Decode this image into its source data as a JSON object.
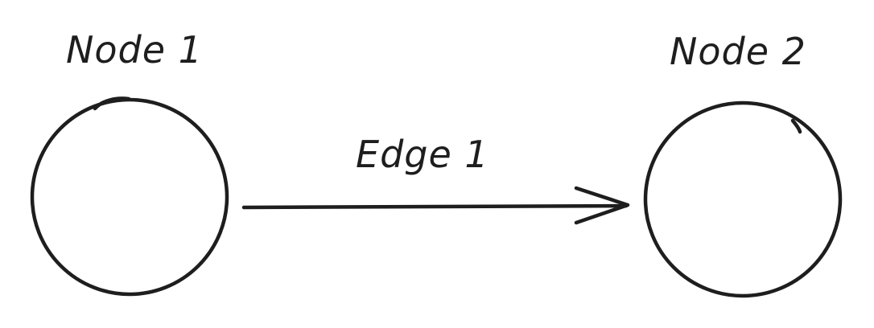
{
  "diagram": {
    "nodes": [
      {
        "id": "node-1",
        "label": "Node 1"
      },
      {
        "id": "node-2",
        "label": "Node 2"
      }
    ],
    "edges": [
      {
        "id": "edge-1",
        "label": "Edge 1",
        "from": "node-1",
        "to": "node-2"
      }
    ],
    "stroke_color": "#1e1e1e",
    "background_color": "#ffffff"
  }
}
